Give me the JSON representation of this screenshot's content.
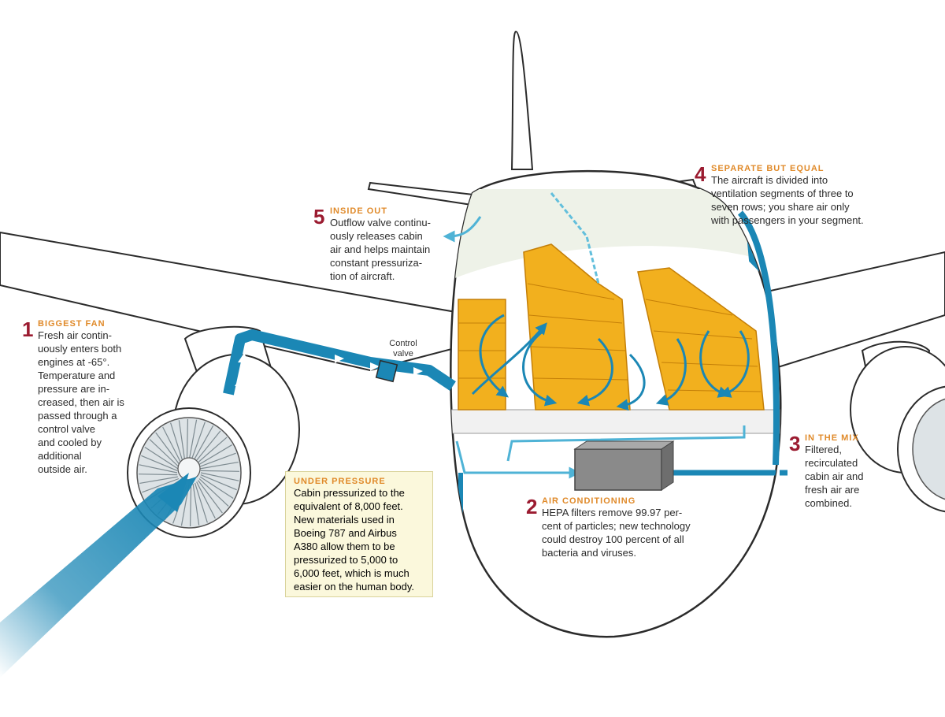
{
  "colors": {
    "accent_number": "#9b1b30",
    "accent_heading": "#e08a2a",
    "airflow": "#1b87b5",
    "airflow_light": "#62bfdc",
    "seat": "#f2b01e",
    "seat_dark": "#d88e0c",
    "fuselage_stroke": "#2b2b2b",
    "filter_box": "#8a8a8a",
    "pressure_box_bg": "#fbf8dc"
  },
  "labels": {
    "control_valve": "Control\nvalve"
  },
  "callouts": [
    {
      "number": "1",
      "heading": "Biggest fan",
      "text": "Fresh air contin-\nuously enters both\nengines at -65°.\nTemperature and\npressure are in-\ncreased, then air is\npassed through a\ncontrol valve\nand cooled by\nadditional\noutside air."
    },
    {
      "number": "2",
      "heading": "Air conditioning",
      "text": "HEPA filters remove 99.97 per-\ncent of particles; new technology\ncould destroy 100 percent of all\nbacteria and viruses."
    },
    {
      "number": "3",
      "heading": "In the mix",
      "text": "Filtered,\nrecirculated\ncabin air and\nfresh air are\ncombined."
    },
    {
      "number": "4",
      "heading": "Separate but equal",
      "text": "The aircraft is divided into\nventilation segments of three to\nseven rows; you share air only\nwith passengers in your segment."
    },
    {
      "number": "5",
      "heading": "Inside out",
      "text": "Outflow valve continu-\nously releases cabin\nair and helps maintain\nconstant pressuriza-\ntion of aircraft."
    }
  ],
  "pressure_box": {
    "heading": "Under pressure",
    "text": "Cabin pressurized to the\nequivalent of 8,000 feet.\nNew materials used in\nBoeing 787 and Airbus\nA380 allow them to be\npressurized to 5,000 to\n6,000 feet, which is much\neasier on the human body."
  }
}
